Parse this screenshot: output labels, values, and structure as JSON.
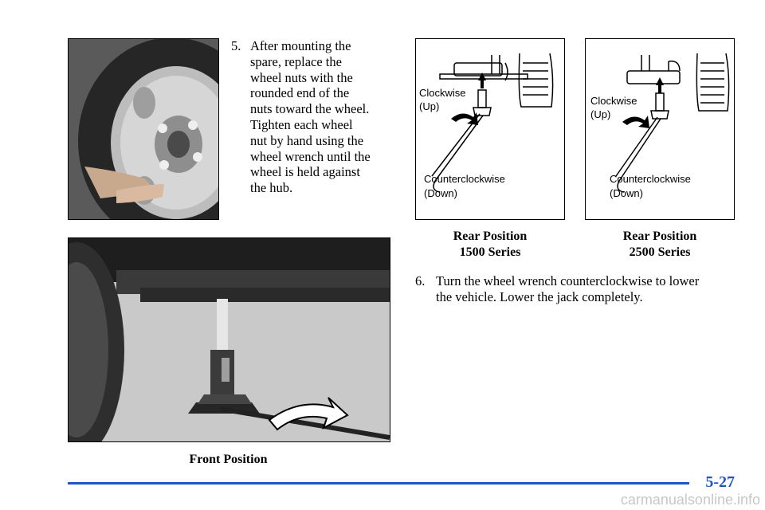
{
  "step5": {
    "number": "5.",
    "lines": [
      "After mounting the",
      "spare, replace the",
      "wheel nuts with the",
      "rounded end of the",
      "nuts toward the wheel.",
      "Tighten each wheel",
      "nut by hand using the",
      "wheel wrench until the",
      "wheel is held against",
      "the hub."
    ]
  },
  "step6": {
    "number": "6.",
    "lines": [
      "Turn the wheel wrench counterclockwise to lower",
      "the vehicle. Lower the jack completely."
    ]
  },
  "captions": {
    "front": "Front Position",
    "rear1500_line1": "Rear Position",
    "rear1500_line2": "1500 Series",
    "rear2500_line1": "Rear Position",
    "rear2500_line2": "2500 Series"
  },
  "figure_labels": {
    "clockwise": "Clockwise",
    "up": "(Up)",
    "counterclockwise": "Counterclockwise",
    "down": "(Down)"
  },
  "footer": {
    "page_number": "5-27",
    "watermark": "carmanualsonline.info"
  },
  "colors": {
    "accent": "#1e56c8"
  }
}
